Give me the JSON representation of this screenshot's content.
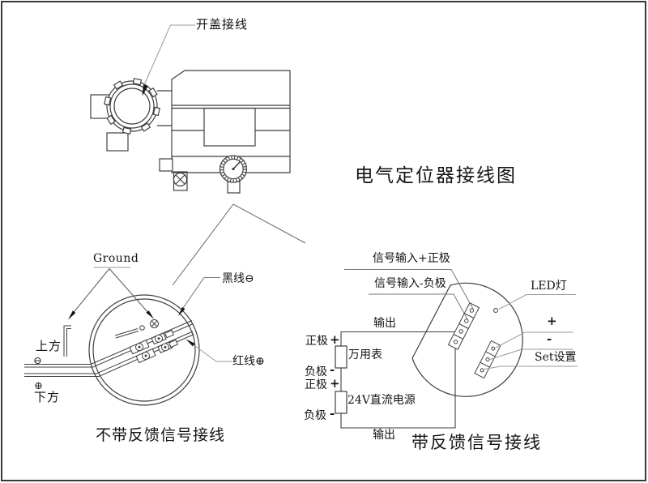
{
  "page": {
    "title": "电气定位器接线图",
    "background": "#ffffff",
    "line_color": "#3f3f3f",
    "leader_color": "#9a9a9a"
  },
  "device": {
    "cover_label": "开盖接线"
  },
  "left_diagram": {
    "caption": "不带反馈信号接线",
    "ground_label": "Ground",
    "black_wire_label": "黑线⊖",
    "red_wire_label": "红线⊕",
    "top_label": "上方",
    "top_polarity": "⊖",
    "bottom_polarity": "⊕",
    "bottom_label": "下方"
  },
  "right_diagram": {
    "caption": "带反馈信号接线",
    "signal_plus_label": "信号输入+正极",
    "signal_minus_label": "信号输入-负极",
    "output_top_label": "输出",
    "output_bottom_label": "输出",
    "multimeter_label": "万用表",
    "power_label": "24V直流电源",
    "led_label": "LED灯",
    "plus_label": "+",
    "minus_label": "-",
    "set_label": "Set设置",
    "terminal_rows": [
      {
        "label": "正极",
        "sign": "+"
      },
      {
        "label": "负极",
        "sign": "-"
      },
      {
        "label": "正极",
        "sign": "+"
      },
      {
        "label": "负极",
        "sign": "-"
      }
    ]
  }
}
